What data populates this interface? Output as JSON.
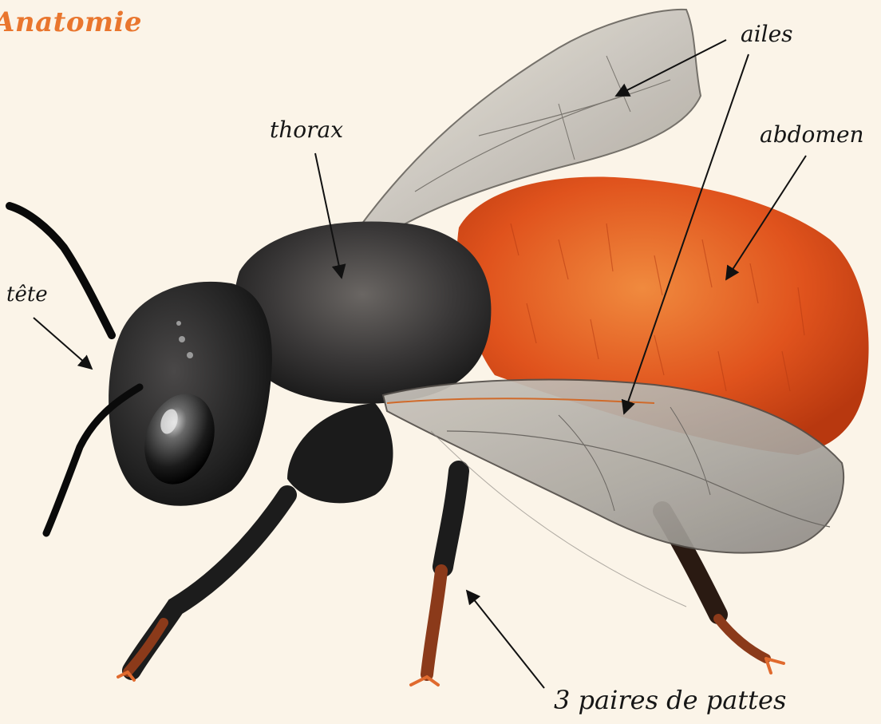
{
  "title": "Anatomie",
  "labels": {
    "tete": "tête",
    "thorax": "thorax",
    "ailes": "ailes",
    "abdomen": "abdomen",
    "pattes": "3 paires de pattes"
  },
  "colors": {
    "background": "#fbf4e8",
    "title": "#e9762e",
    "abdomen": "#e0531d",
    "body_black": "#1f1f1f",
    "wing": "#b8b2a8"
  }
}
